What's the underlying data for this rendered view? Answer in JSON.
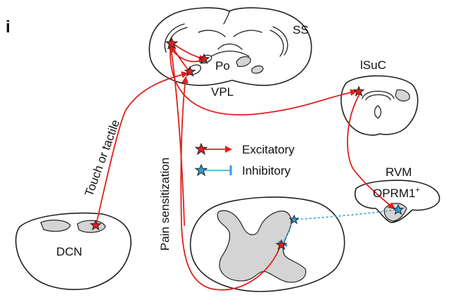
{
  "figure": {
    "panel_letter": "i"
  },
  "regions": {
    "ss": "SS",
    "po": "Po",
    "vpl": "VPL",
    "isuc": "lSuC",
    "rvm": "RVM",
    "oprm1": "OPRM1",
    "oprm1_sup": "+",
    "dcn": "DCN"
  },
  "pathways": {
    "touch": "Touch or tactile",
    "pain": "Pain sensitization"
  },
  "legend": {
    "excitatory": "Excitatory",
    "inhibitory": "Inhibitory"
  },
  "colors": {
    "excitatory": "#e0201b",
    "inhibitory": "#2e9fd9",
    "region_fill": "#d4d4d4",
    "outline": "#222222"
  },
  "icons": {
    "excitatory_neuron": "star-icon",
    "inhibitory_neuron": "star-icon"
  }
}
